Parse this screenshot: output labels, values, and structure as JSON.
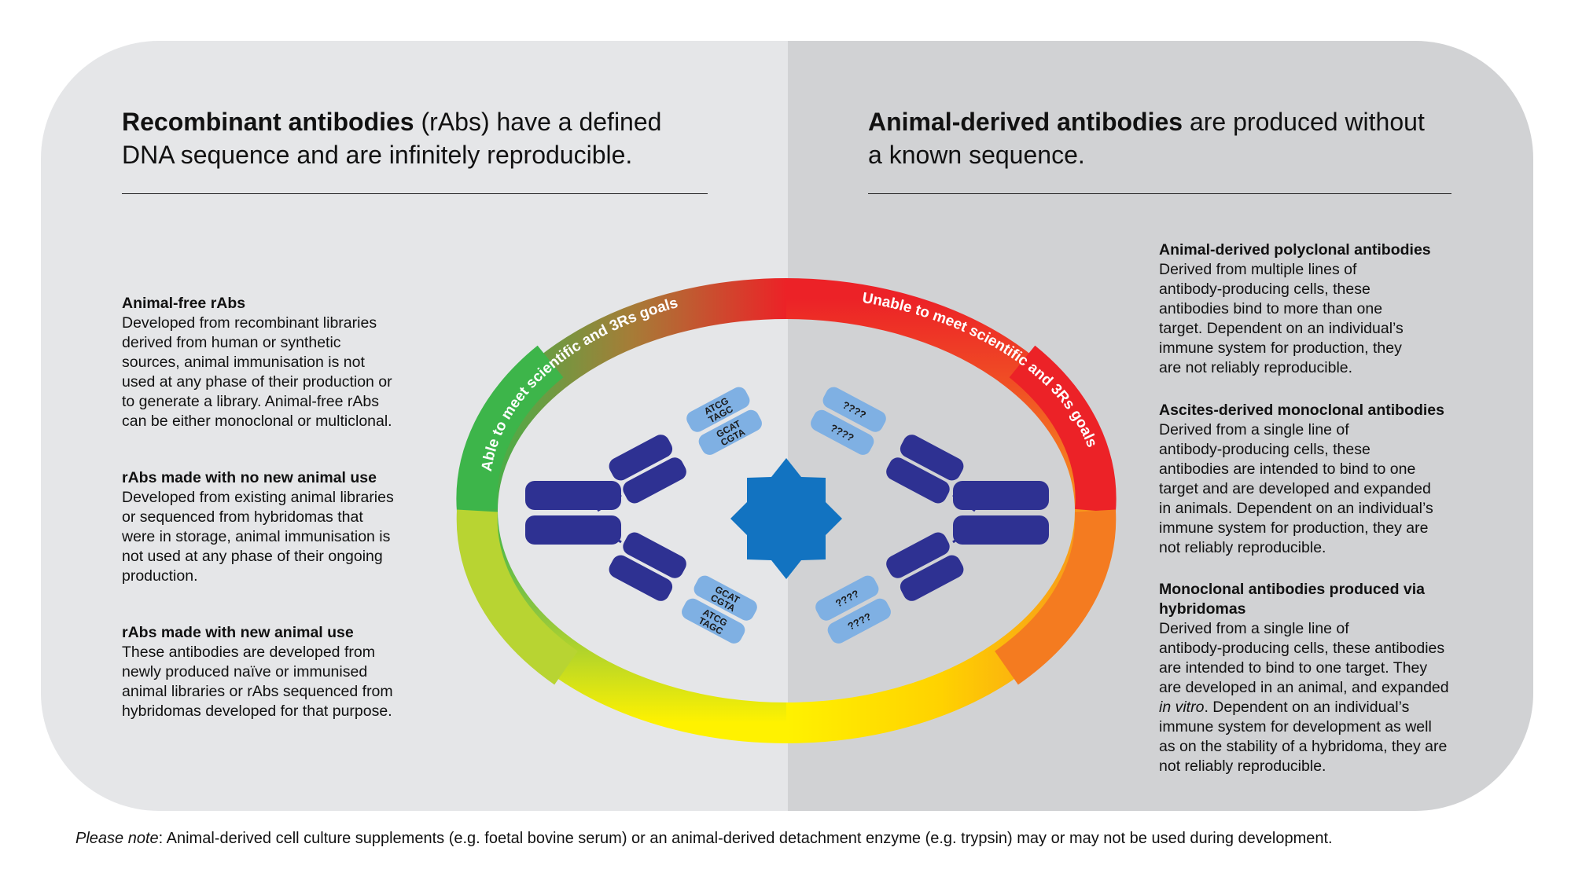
{
  "colors": {
    "left_panel": "#e5e6e8",
    "right_panel": "#d1d2d4",
    "antibody_dark": "#2e3192",
    "antibody_light": "#7fb0e3",
    "star": "#1273c1",
    "ring_green": "#3db54a",
    "ring_red": "#ec2227",
    "ring_yellow": "#fff200",
    "ring_orange": "#f7941d"
  },
  "left": {
    "heading_bold": "Recombinant antibodies",
    "heading_line1": " (rAbs) have a defined",
    "heading_line2": "DNA sequence and are infinitely reproducible.",
    "items": [
      {
        "title": "Animal-free rAbs",
        "lines": [
          "Developed from recombinant libraries",
          "derived from human or synthetic",
          "sources, animal immunisation is not",
          "used at any phase of their production or",
          "to generate a library. Animal-free rAbs",
          "can be either monoclonal or multiclonal."
        ]
      },
      {
        "title": "rAbs made with no new animal use",
        "lines": [
          "Developed from existing animal libraries",
          "or sequenced from hybridomas that",
          "were in storage, animal immunisation is",
          "not used at any phase of their ongoing",
          "production."
        ]
      },
      {
        "title": "rAbs made with new animal use",
        "lines": [
          "These antibodies are developed from",
          "newly produced naïve or immunised",
          "animal libraries or rAbs sequenced from",
          "hybridomas developed for that purpose."
        ]
      }
    ]
  },
  "right": {
    "heading_bold": "Animal-derived antibodies",
    "heading_line1": " are produced without",
    "heading_line2": "a known sequence.",
    "items": [
      {
        "title_lines": [
          "Animal-derived polyclonal antibodies"
        ],
        "lines": [
          "Derived from multiple lines of",
          "antibody-producing cells, these",
          "antibodies bind to more than one",
          "target. Dependent on an individual’s",
          "immune system for production, they",
          "are not reliably reproducible."
        ]
      },
      {
        "title_lines": [
          "Ascites-derived monoclonal antibodies"
        ],
        "lines": [
          "Derived from a single line of",
          "antibody-producing cells, these",
          "antibodies are intended to bind to one",
          "target and are developed and expanded",
          "in animals. Dependent on an individual’s",
          "immune system for production, they are",
          "not reliably reproducible."
        ]
      },
      {
        "title_lines": [
          "Monoclonal antibodies produced via",
          "hybridomas"
        ],
        "lines": [
          "Derived from a single line of",
          "antibody-producing cells, these antibodies",
          "are intended to bind to one target. They",
          "are developed in an animal, and expanded"
        ],
        "italic_lead": "in vitro",
        "italic_rest": ". Dependent on an individual’s",
        "lines_after": [
          "immune system for development as well",
          "as on the stability of a hybridoma, they are",
          "not reliably reproducible."
        ]
      }
    ]
  },
  "ring": {
    "left_label": "Able to meet scientific and 3Rs goals",
    "right_label": "Unable to meet scientific and 3Rs goals"
  },
  "antibodies": {
    "left_top": [
      "ATCG",
      "TAGC",
      "GCAT",
      "CGTA"
    ],
    "left_bottom": [
      "GCAT",
      "CGTA",
      "ATCG",
      "TAGC"
    ],
    "right_top": [
      "????",
      "????"
    ],
    "right_bottom": [
      "????",
      "????"
    ]
  },
  "note": {
    "lead": "Please note",
    "text": ": Animal-derived cell culture supplements (e.g. foetal bovine serum) or an animal-derived detachment enzyme (e.g. trypsin) may or may not be used during development."
  }
}
